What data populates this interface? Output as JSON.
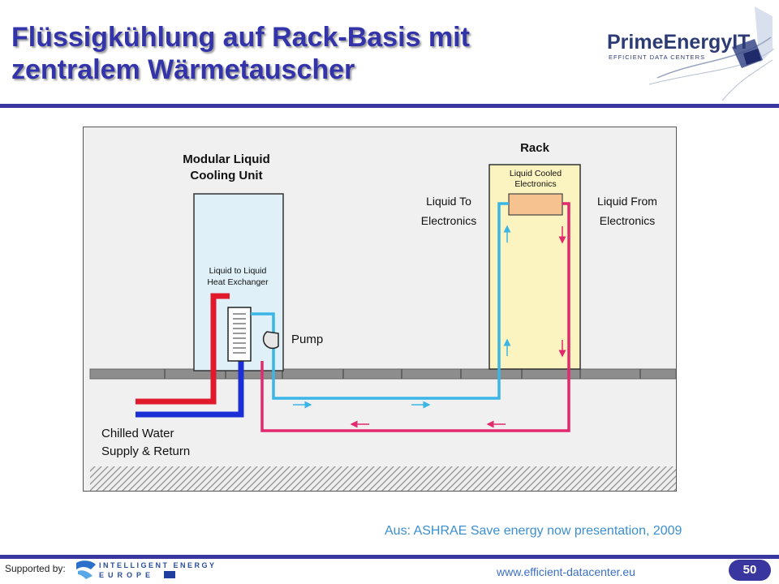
{
  "slide": {
    "title_line1": "Flüssigkühlung auf Rack-Basis mit",
    "title_line2": "zentralem Wärmetauscher",
    "caption": "Aus: ASHRAE Save energy now presentation, 2009",
    "supported_by": "Supported by:",
    "website": "www.efficient-datacenter.eu",
    "page_number": "50"
  },
  "logo": {
    "name": "PrimeEnergyIT",
    "tagline": "EFFICIENT DATA CENTERS"
  },
  "footer_logo": {
    "line1": "INTELLIGENT ENERGY",
    "line2": "EUROPE"
  },
  "diagram": {
    "cooling_unit_title_1": "Modular Liquid",
    "cooling_unit_title_2": "Cooling Unit",
    "heat_exchanger_1": "Liquid to Liquid",
    "heat_exchanger_2": "Heat Exchanger",
    "pump": "Pump",
    "rack_title": "Rack",
    "rack_inner_1": "Liquid Cooled",
    "rack_inner_2": "Electronics",
    "to_electronics_1": "Liquid To",
    "to_electronics_2": "Electronics",
    "from_electronics_1": "Liquid From",
    "from_electronics_2": "Electronics",
    "chilled_1": "Chilled Water",
    "chilled_2": "Supply & Return"
  },
  "colors": {
    "title": "#3333aa",
    "rule": "#3a36a0",
    "caption": "#3b8fd0",
    "cold_loop": "#3ab6e6",
    "hot_loop": "#e2296e",
    "chilled_supply": "#e01a2a",
    "chilled_return": "#1c2fd6",
    "unit_fill": "#dff0f8",
    "rack_fill": "#fbf3c0"
  }
}
